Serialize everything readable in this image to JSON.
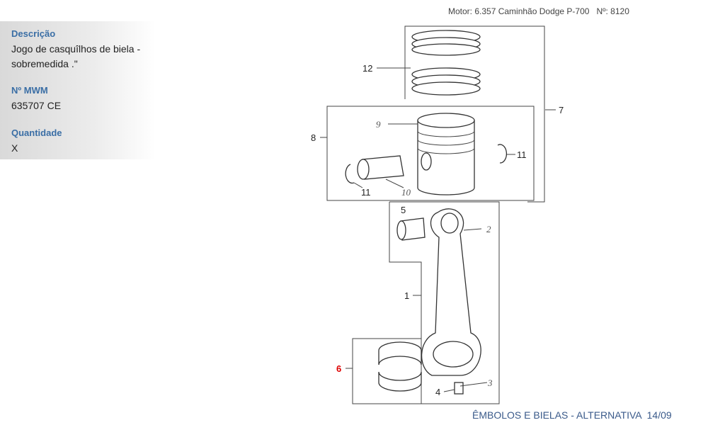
{
  "info": {
    "description_label": "Descrição",
    "description_value": "Jogo de casquîlhos de biela - sobremedida .\"",
    "mwm_label": "Nº MWM",
    "mwm_value": "635707 CE",
    "quantity_label": "Quantidade",
    "quantity_value": "X"
  },
  "header": {
    "motor": "Motor: 6.357 Caminhão Dodge P-700   Nº: 8120"
  },
  "footer": {
    "section": "ÊMBOLOS E BIELAS - ALTERNATIVA  14/09"
  },
  "diagram": {
    "callouts": {
      "c12": "12",
      "c7": "7",
      "c9": "9",
      "c8": "8",
      "c11a": "11",
      "c11b": "11",
      "c10": "10",
      "c5": "5",
      "c2": "2",
      "c1": "1",
      "c6": "6",
      "c4": "4",
      "c3": "3"
    },
    "highlight_color": "#dd0000"
  }
}
